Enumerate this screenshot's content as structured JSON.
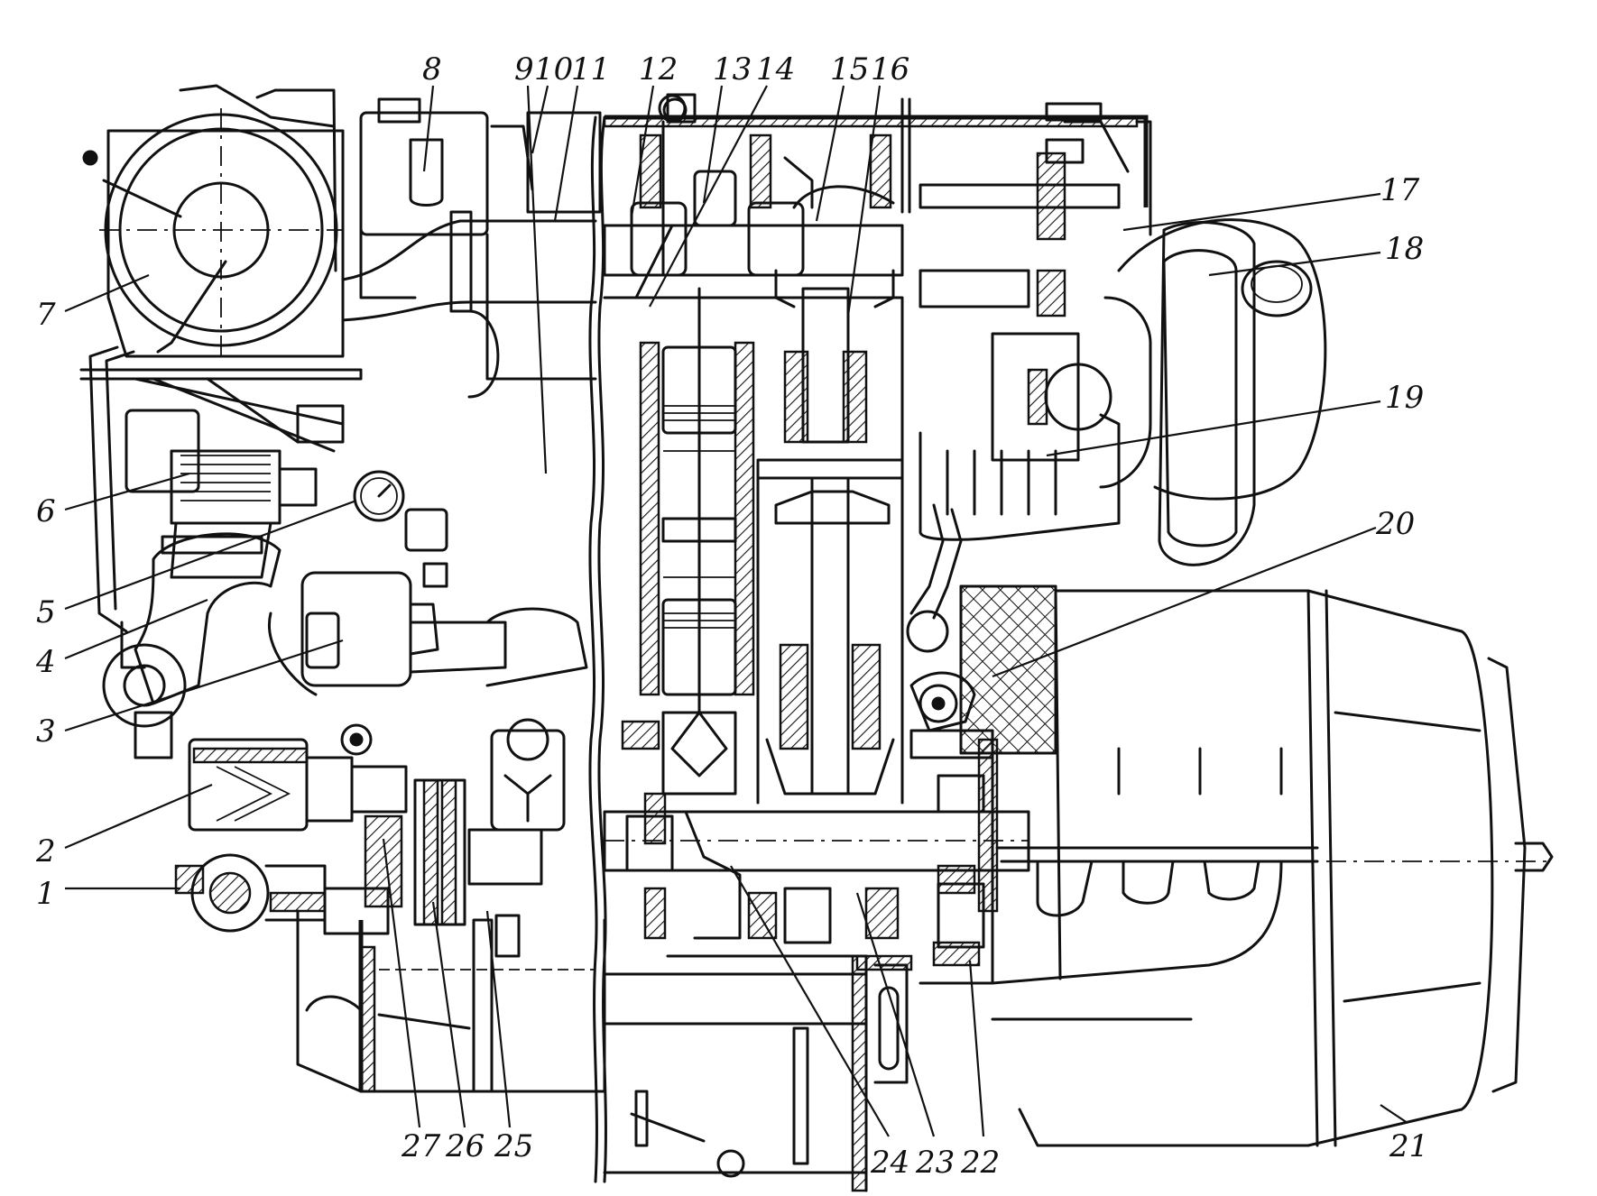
{
  "figure": {
    "callouts": [
      "1",
      "2",
      "3",
      "4",
      "5",
      "6",
      "7",
      "8",
      "9",
      "10",
      "11",
      "12",
      "13",
      "14",
      "15",
      "16",
      "17",
      "18",
      "19",
      "20",
      "21",
      "22",
      "23",
      "24",
      "25",
      "26",
      "27"
    ]
  }
}
